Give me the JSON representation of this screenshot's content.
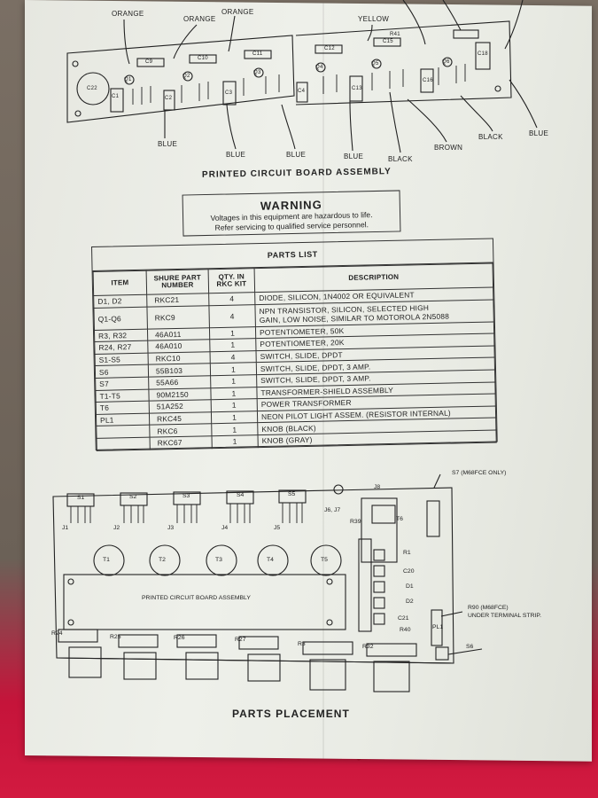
{
  "pcb": {
    "caption": "PRINTED CIRCUIT BOARD ASSEMBLY",
    "wire_labels": {
      "orange1": "ORANGE",
      "orange2": "ORANGE",
      "orange3": "ORANGE",
      "yellow": "YELLOW",
      "blue1": "BLUE",
      "blue2": "BLUE",
      "blue3": "BLUE",
      "blue4": "BLUE",
      "blue5": "BLUE",
      "black1": "BLACK",
      "black2": "BLACK",
      "brown": "BROWN"
    },
    "components": [
      "C22",
      "C1",
      "C9",
      "C10",
      "C11",
      "C12",
      "C13",
      "C15",
      "C16",
      "C18",
      "C2",
      "C3",
      "C4",
      "Q1",
      "Q2",
      "Q3",
      "Q4",
      "Q5",
      "Q6",
      "R41"
    ]
  },
  "warning": {
    "title": "WARNING",
    "line1": "Voltages in this equipment are hazardous to life.",
    "line2": "Refer servicing to qualified service personnel."
  },
  "parts_list": {
    "title": "PARTS LIST",
    "headers": {
      "item": "ITEM",
      "shure_1": "SHURE PART",
      "shure_2": "NUMBER",
      "qty_1": "QTY. IN",
      "qty_2": "RKC KIT",
      "desc": "DESCRIPTION"
    },
    "rows": [
      {
        "item": "D1, D2",
        "part": "RKC21",
        "qty": "4",
        "desc": "DIODE, SILICON, 1N4002 OR EQUIVALENT"
      },
      {
        "item": "Q1-Q6",
        "part": "RKC9",
        "qty": "4",
        "desc": "NPN TRANSISTOR, SILICON, SELECTED HIGH",
        "desc2": "GAIN, LOW NOISE, SIMILAR TO MOTOROLA 2N5088"
      },
      {
        "item": "R3, R32",
        "part": "46A011",
        "qty": "1",
        "desc": "POTENTIOMETER, 50K"
      },
      {
        "item": "R24, R27",
        "part": "46A010",
        "qty": "1",
        "desc": "POTENTIOMETER, 20K"
      },
      {
        "item": "S1-S5",
        "part": "RKC10",
        "qty": "4",
        "desc": "SWITCH, SLIDE, DPDT"
      },
      {
        "item": "S6",
        "part": "55B103",
        "qty": "1",
        "desc": "SWITCH, SLIDE, DPDT, 3 AMP."
      },
      {
        "item": "S7",
        "part": "55A66",
        "qty": "1",
        "desc": "SWITCH, SLIDE, DPDT, 3 AMP."
      },
      {
        "item": "T1-T5",
        "part": "90M2150",
        "qty": "1",
        "desc": "TRANSFORMER-SHIELD ASSEMBLY"
      },
      {
        "item": "T6",
        "part": "51A252",
        "qty": "1",
        "desc": "POWER TRANSFORMER"
      },
      {
        "item": "PL1",
        "part": "RKC45",
        "qty": "1",
        "desc": "NEON PILOT LIGHT ASSEM. (RESISTOR INTERNAL)"
      },
      {
        "item": "",
        "part": "RKC6",
        "qty": "1",
        "desc": "KNOB (BLACK)"
      },
      {
        "item": "",
        "part": "RKC67",
        "qty": "1",
        "desc": "KNOB (GRAY)"
      }
    ]
  },
  "placement": {
    "caption": "PARTS PLACEMENT",
    "board_label": "PRINTED CIRCUIT BOARD ASSEMBLY",
    "switches": [
      "S1",
      "S2",
      "S3",
      "S4",
      "S5"
    ],
    "jacks": [
      "J1",
      "J2",
      "J3",
      "J4",
      "J5"
    ],
    "transformers": [
      "T1",
      "T2",
      "T3",
      "T4",
      "T5"
    ],
    "pots": [
      "R24",
      "R25",
      "R26",
      "R27",
      "R3",
      "R32"
    ],
    "j6j7": "J6, J7",
    "j8": "J8",
    "t6": "T6",
    "r39": "R39",
    "r1": "R1",
    "c20": "C20",
    "d1": "D1",
    "d2": "D2",
    "c21": "C21",
    "r40": "R40",
    "pl1": "PL1",
    "s6": "S6",
    "s7_note": "S7 (M68FCE ONLY)",
    "r90_note1": "R90 (M68FCE)",
    "r90_note2": "UNDER TERMINAL STRIP."
  }
}
